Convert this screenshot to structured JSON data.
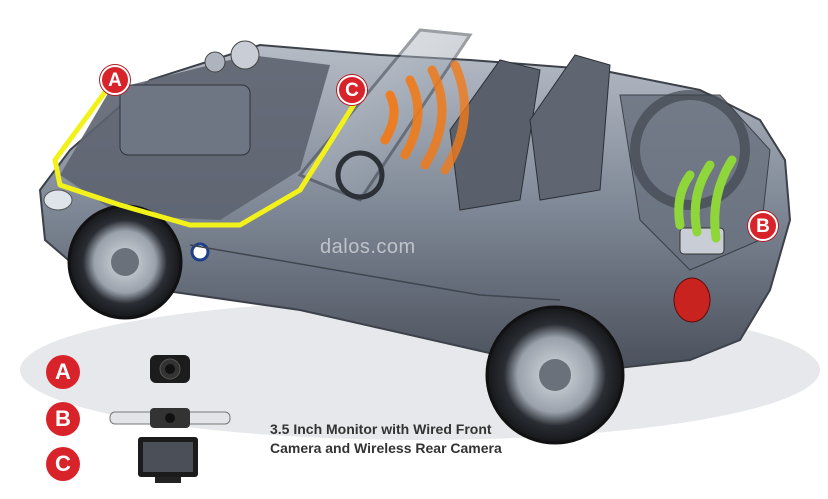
{
  "markers": {
    "a": "A",
    "b": "B",
    "c": "C"
  },
  "legend": {
    "a": "A",
    "b": "B",
    "c": "C"
  },
  "caption": {
    "line1": "3.5 Inch Monitor with Wired Front",
    "line2": "Camera and Wireless Rear Camera"
  },
  "watermark": "dalos.com",
  "colors": {
    "marker_red": "#d9232a",
    "wire_yellow": "#f2f21a",
    "signal_orange": "#f07a1a",
    "signal_green": "#8fd63a",
    "car_body": "#8a93a0"
  }
}
